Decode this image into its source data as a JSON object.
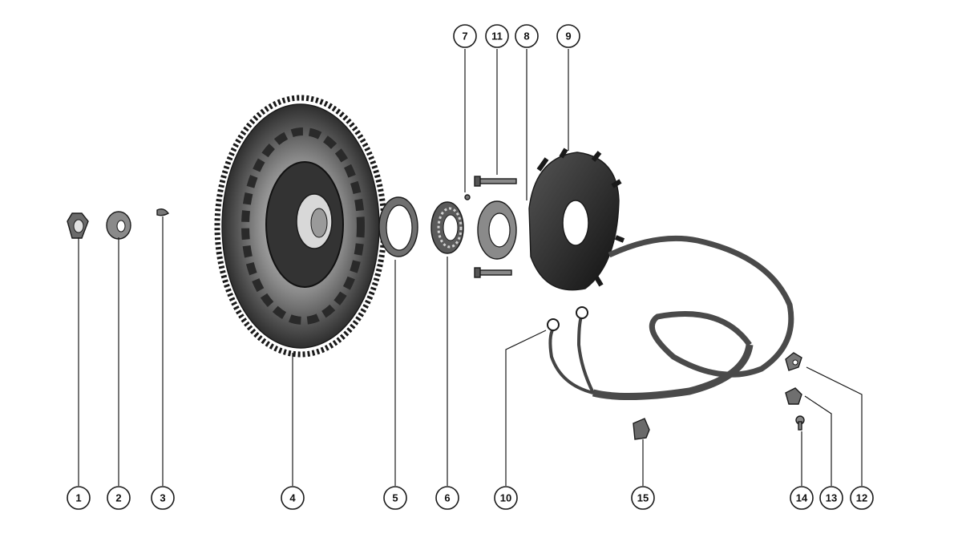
{
  "callouts": [
    {
      "id": "c1",
      "label": "1"
    },
    {
      "id": "c2",
      "label": "2"
    },
    {
      "id": "c3",
      "label": "3"
    },
    {
      "id": "c4",
      "label": "4"
    },
    {
      "id": "c5",
      "label": "5"
    },
    {
      "id": "c6",
      "label": "6"
    },
    {
      "id": "c7",
      "label": "7"
    },
    {
      "id": "c8",
      "label": "8"
    },
    {
      "id": "c9",
      "label": "9"
    },
    {
      "id": "c10",
      "label": "10"
    },
    {
      "id": "c11",
      "label": "11"
    },
    {
      "id": "c12",
      "label": "12"
    },
    {
      "id": "c13",
      "label": "13"
    },
    {
      "id": "c14",
      "label": "14"
    },
    {
      "id": "c15",
      "label": "15"
    }
  ],
  "colors": {
    "ink": "#1a1a1a",
    "metal_dark": "#3a3a3a",
    "metal_mid": "#7a7a7a",
    "metal_light": "#c8c8c8",
    "background": "#ffffff"
  }
}
